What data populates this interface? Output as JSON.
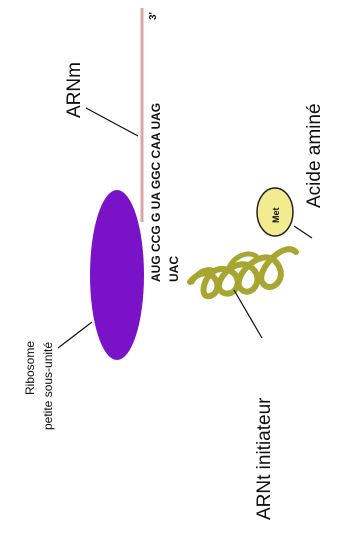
{
  "figure": {
    "mrna_label": "ARNm",
    "mrna_end": "3'",
    "codons": "AUG CCG G UA GGC CAA UAG",
    "anticodon": "UAC",
    "amino_acid_abbr": "Met",
    "amino_acid_label": "Acide aminé",
    "trna_label": "ARNt initiateur",
    "ribosome_label_line1": "Ribosome",
    "ribosome_label_line2": "petite sous-unité",
    "colors": {
      "mrna_strand": "#d9a7a7",
      "ribosome": "#7a12c8",
      "trna": "#a6a631",
      "amino_acid_fill": "#f3eb8f"
    }
  }
}
